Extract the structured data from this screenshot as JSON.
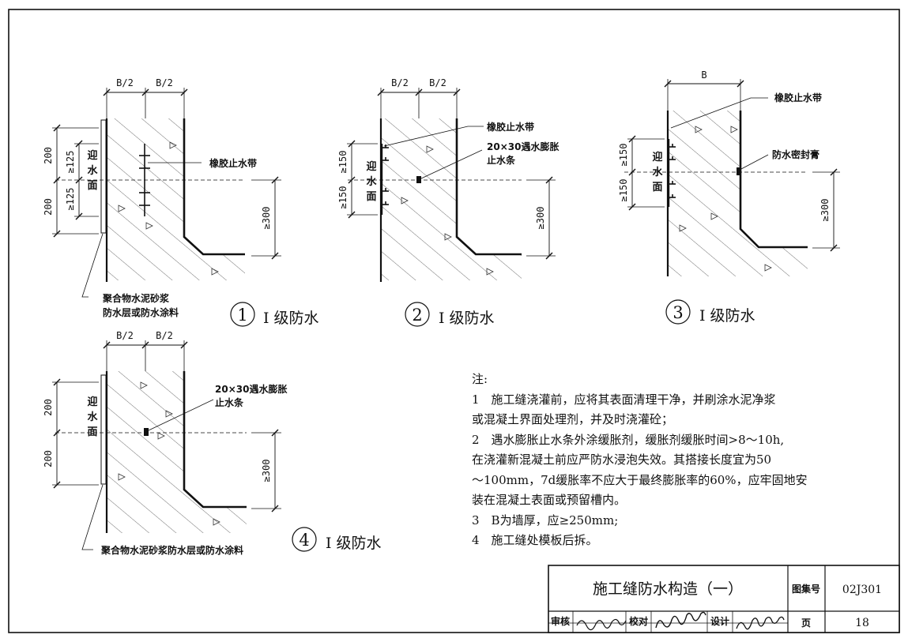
{
  "dims": {
    "half": "B/2",
    "full": "B",
    "d200": "200",
    "d125": "≥125",
    "d150": "≥150",
    "d300": "≥300"
  },
  "labels": {
    "face": [
      "迎",
      "水",
      "面"
    ],
    "rubber_strip": "橡胶止水带",
    "swell_strip_l1": "20×30遇水膨胀",
    "swell_strip_l2": "止水条",
    "sealant": "防水密封膏",
    "coating_d1_l1": "聚合物水泥砂浆",
    "coating_d1_l2": "防水层或防水涂料",
    "coating_d4": "聚合物水泥砂浆防水层或防水涂料"
  },
  "details": [
    {
      "num": "1",
      "caption": "I 级防水"
    },
    {
      "num": "2",
      "caption": "I 级防水"
    },
    {
      "num": "3",
      "caption": "I 级防水"
    },
    {
      "num": "4",
      "caption": "I 级防水"
    }
  ],
  "notes": {
    "heading": "注:",
    "lines": [
      "1　施工缝浇灌前，应将其表面清理干净，并刷涂水泥净浆",
      "或混凝土界面处理剂，并及时浇灌砼；",
      "2　遇水膨胀止水条外涂缓胀剂，缓胀剂缓胀时间>8～10h,",
      "在浇灌新混凝土前应严防水浸泡失效。其搭接长度宜为50",
      "～100mm，7d缓胀率不应大于最终膨胀率的60%，应牢固地安",
      "装在混凝土表面或预留槽内。",
      "3　B为墙厚，应≥250mm;",
      "4　施工缝处模板后拆。"
    ]
  },
  "title_block": {
    "title": "施工缝防水构造（一）",
    "atlas_label": "图集号",
    "atlas_no": "02J301",
    "page_label": "页",
    "page_no": "18",
    "review_label": "审核",
    "check_label": "校对",
    "design_label": "设计"
  }
}
